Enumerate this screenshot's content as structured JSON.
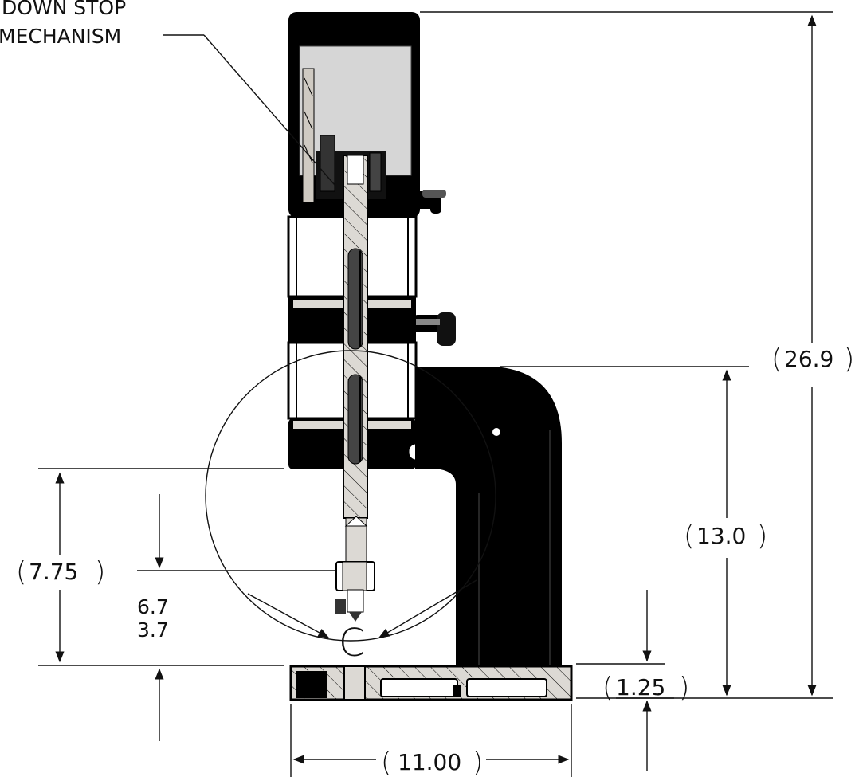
{
  "labels": {
    "callout_line1": "DOWN STOP",
    "callout_line2": "MECHANISM",
    "depth_value_1": "6.7",
    "depth_value_2": "3.7",
    "detail_letter": "C"
  },
  "dimensions": {
    "overall_height": "26.9",
    "throat_height": "13.0",
    "daylight": "7.75",
    "base_thickness": "1.25",
    "base_width": "11.00"
  },
  "colors": {
    "line": "#111111",
    "part_fill": "#000000",
    "section_fill": "#dcd9d4",
    "window_fill": "#d6d6d6"
  }
}
